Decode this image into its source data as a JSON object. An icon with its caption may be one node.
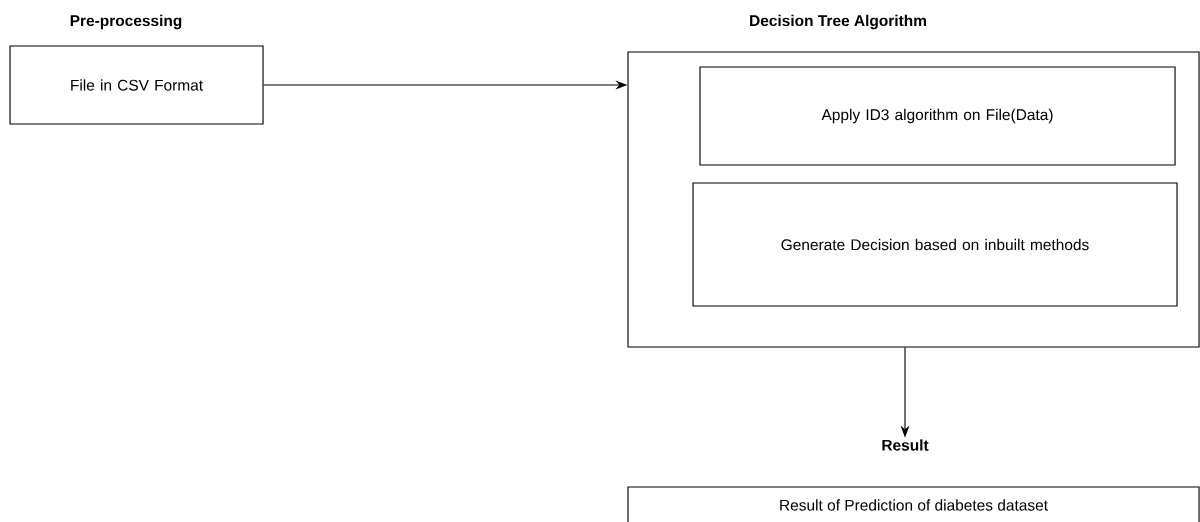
{
  "diagram": {
    "nodes": [
      {
        "text": [
          "Pre-processing",
          "File in CSV Format"
        ]
      },
      {
        "text": [
          "Decision Tree Algorithm"
        ]
      },
      {
        "text": [
          "Apply ID3 algorithm on File(Data)"
        ],
        "in": 1
      },
      {
        "text": [
          "Generate Decision based on inbuilt methods"
        ],
        "in": 1
      },
      {
        "text": [
          "Result",
          "Result of Prediction of diabetes dataset"
        ]
      }
    ],
    "edges": [
      {
        "from": 0,
        "to": 1,
        "arrow": "to"
      },
      {
        "from": 1,
        "to": 4,
        "arrow": "to"
      }
    ]
  }
}
